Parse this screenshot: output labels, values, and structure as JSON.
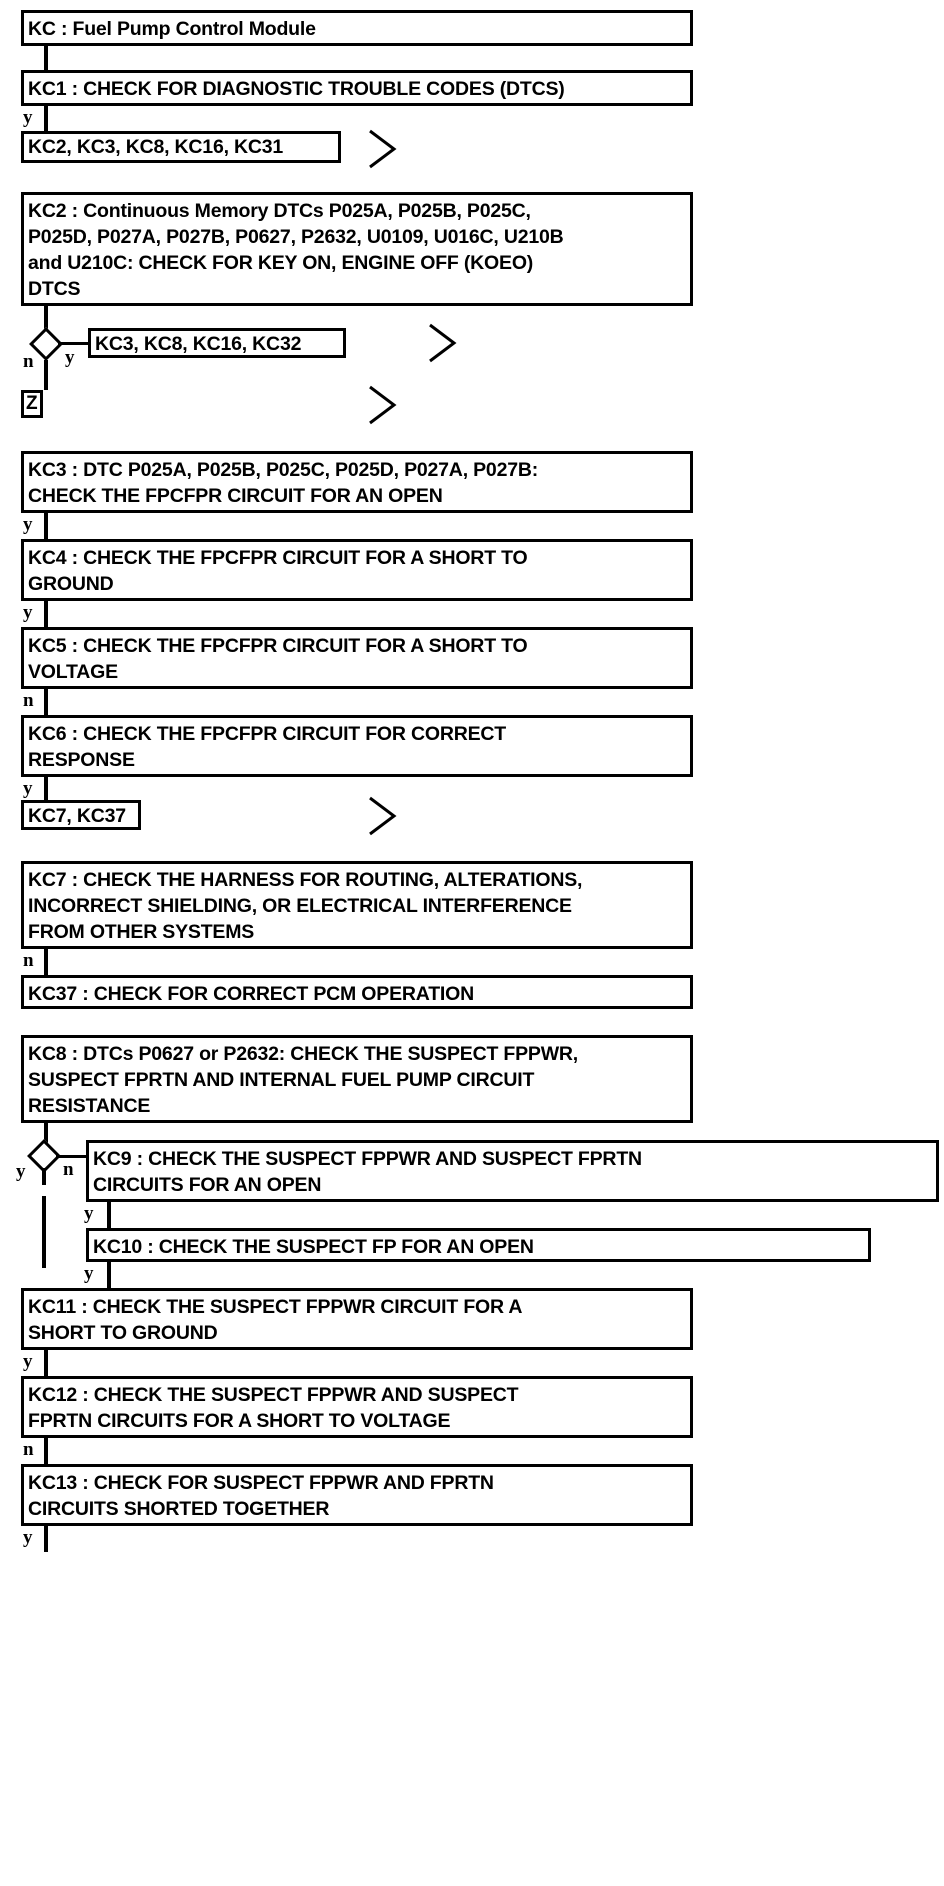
{
  "diagram": {
    "type": "flowchart",
    "title": "KC : Fuel Pump Control Module",
    "kind": "automotive-pinpoint-test",
    "nodes": {
      "kc_title": "KC : Fuel Pump Control Module",
      "kc1": "KC1 : CHECK FOR DIAGNOSTIC TROUBLE CODES (DTCS)",
      "ref1": "KC2, KC3, KC8, KC16, KC31",
      "kc2": "KC2 : Continuous Memory DTCs P025A, P025B, P025C,\nP025D, P027A, P027B, P0627, P2632, U0109, U016C, U210B\nand U210C: CHECK FOR KEY ON, ENGINE OFF (KOEO)\nDTCS",
      "ref2": "KC3, KC8, KC16, KC32",
      "zbox": "Z",
      "kc3": "KC3 : DTC P025A, P025B, P025C, P025D, P027A, P027B:\nCHECK THE FPCFPR CIRCUIT FOR AN OPEN",
      "kc4": "KC4 : CHECK THE FPCFPR CIRCUIT FOR A SHORT TO\nGROUND",
      "kc5": "KC5 : CHECK THE FPCFPR CIRCUIT FOR A SHORT TO\nVOLTAGE",
      "kc6": "KC6 : CHECK THE FPCFPR CIRCUIT FOR CORRECT\nRESPONSE",
      "ref3": "KC7, KC37",
      "kc7": "KC7 : CHECK THE HARNESS FOR ROUTING, ALTERATIONS,\nINCORRECT SHIELDING, OR ELECTRICAL INTERFERENCE\nFROM OTHER SYSTEMS",
      "kc37": "KC37 : CHECK FOR CORRECT PCM OPERATION",
      "kc8": "KC8 : DTCs P0627 or P2632: CHECK THE SUSPECT FPPWR,\nSUSPECT FPRTN AND INTERNAL FUEL PUMP CIRCUIT\nRESISTANCE",
      "kc9": "KC9 : CHECK THE SUSPECT FPPWR AND SUSPECT FPRTN\nCIRCUITS FOR AN OPEN",
      "kc10": "KC10 : CHECK THE SUSPECT FP FOR AN OPEN",
      "kc11": "KC11 : CHECK THE SUSPECT FPPWR CIRCUIT FOR A\nSHORT TO GROUND",
      "kc12": "KC12 : CHECK THE SUSPECT FPPWR AND SUSPECT\nFPRTN CIRCUITS FOR A SHORT TO VOLTAGE",
      "kc13": "KC13 : CHECK FOR SUSPECT FPPWR AND FPRTN\nCIRCUITS SHORTED TOGETHER"
    },
    "branch_labels": {
      "kc1_out": "y",
      "kc2_diamond_yes": "y",
      "kc2_diamond_no": "n",
      "kc3_out": "y",
      "kc4_out": "y",
      "kc5_out": "n",
      "kc6_out": "y",
      "kc7_out": "n",
      "kc8_diamond_yes": "y",
      "kc8_diamond_no": "n",
      "kc9_out": "y",
      "kc10_out": "y",
      "kc11_out": "y",
      "kc12_out": "n",
      "kc13_out": "y"
    },
    "colors": {
      "line": "#000000",
      "fill": "#ffffff",
      "text": "#000000"
    }
  }
}
